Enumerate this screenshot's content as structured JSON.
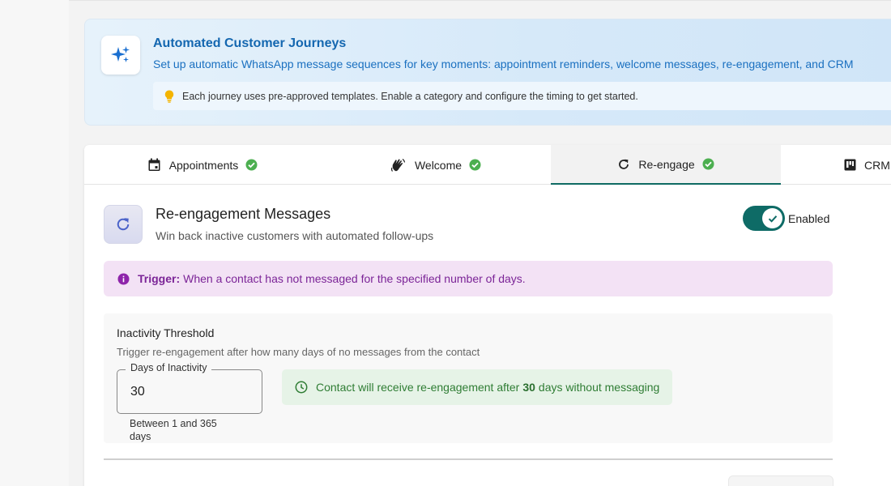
{
  "banner": {
    "title": "Automated Customer Journeys",
    "subtitle": "Set up automatic WhatsApp message sequences for key moments: appointment reminders, welcome messages, re-engagement, and CRM",
    "tip": "Each journey uses pre-approved templates. Enable a category and configure the timing to get started."
  },
  "tabs": [
    {
      "label": "Appointments",
      "icon": "calendar-icon",
      "status": "configured"
    },
    {
      "label": "Welcome",
      "icon": "waving-hand-icon",
      "status": "configured"
    },
    {
      "label": "Re-engage",
      "icon": "refresh-icon",
      "status": "configured",
      "active": true
    },
    {
      "label": "CRM",
      "icon": "kanban-icon"
    }
  ],
  "section": {
    "title": "Re-engagement Messages",
    "subtitle": "Win back inactive customers with automated follow-ups",
    "toggle_label": "Enabled",
    "enabled": true
  },
  "trigger": {
    "label": "Trigger:",
    "text": "When a contact has not messaged for the specified number of days."
  },
  "threshold": {
    "title": "Inactivity Threshold",
    "subtitle": "Trigger re-engagement after how many days of no messages from the contact",
    "field_label": "Days of Inactivity",
    "value": "30",
    "helper": "Between 1 and 365 days",
    "info_prefix": "Contact will receive re-engagement after",
    "info_value": "30",
    "info_suffix": "days without messaging"
  },
  "colors": {
    "accent": "#0e6b66",
    "banner_title": "#1467b0",
    "trigger_text": "#7b2497",
    "success": "#4caf50"
  }
}
